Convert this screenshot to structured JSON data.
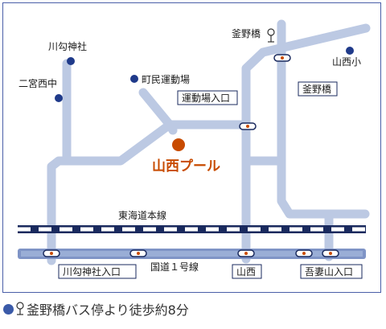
{
  "colors": {
    "road": "#bcc9e3",
    "landmark_dot": "#1f3a8a",
    "destination_dot": "#c84b00",
    "destination_text": "#c84b00",
    "label_text": "#1a1a1a",
    "frame": "#4a5fa8",
    "rail_dark": "#1a2a5e",
    "route_highlight": "#7f94c6"
  },
  "map": {
    "destination": "山西プール",
    "landmarks": {
      "kawawa_shrine": "川勾神社",
      "ninomiya_nishi_jh": "二宮西中",
      "town_stadium": "町民運動場",
      "kamanohashi": "釜野橋",
      "yamanishi_es": "山西小"
    },
    "railway": "東海道本線",
    "highway": "国道１号線",
    "bus_stops": {
      "stadium_entrance": "運動場入口",
      "kamanohashi": "釜野橋",
      "kawawa_shrine_entrance": "川勾神社入口",
      "yamanishi": "山西",
      "azumayama_entrance": "吾妻山入口"
    }
  },
  "footer": {
    "text": "釜野橋バス停より徒歩約8分",
    "icons": [
      "destination-dot-icon",
      "bus-stop-pin-icon"
    ]
  }
}
